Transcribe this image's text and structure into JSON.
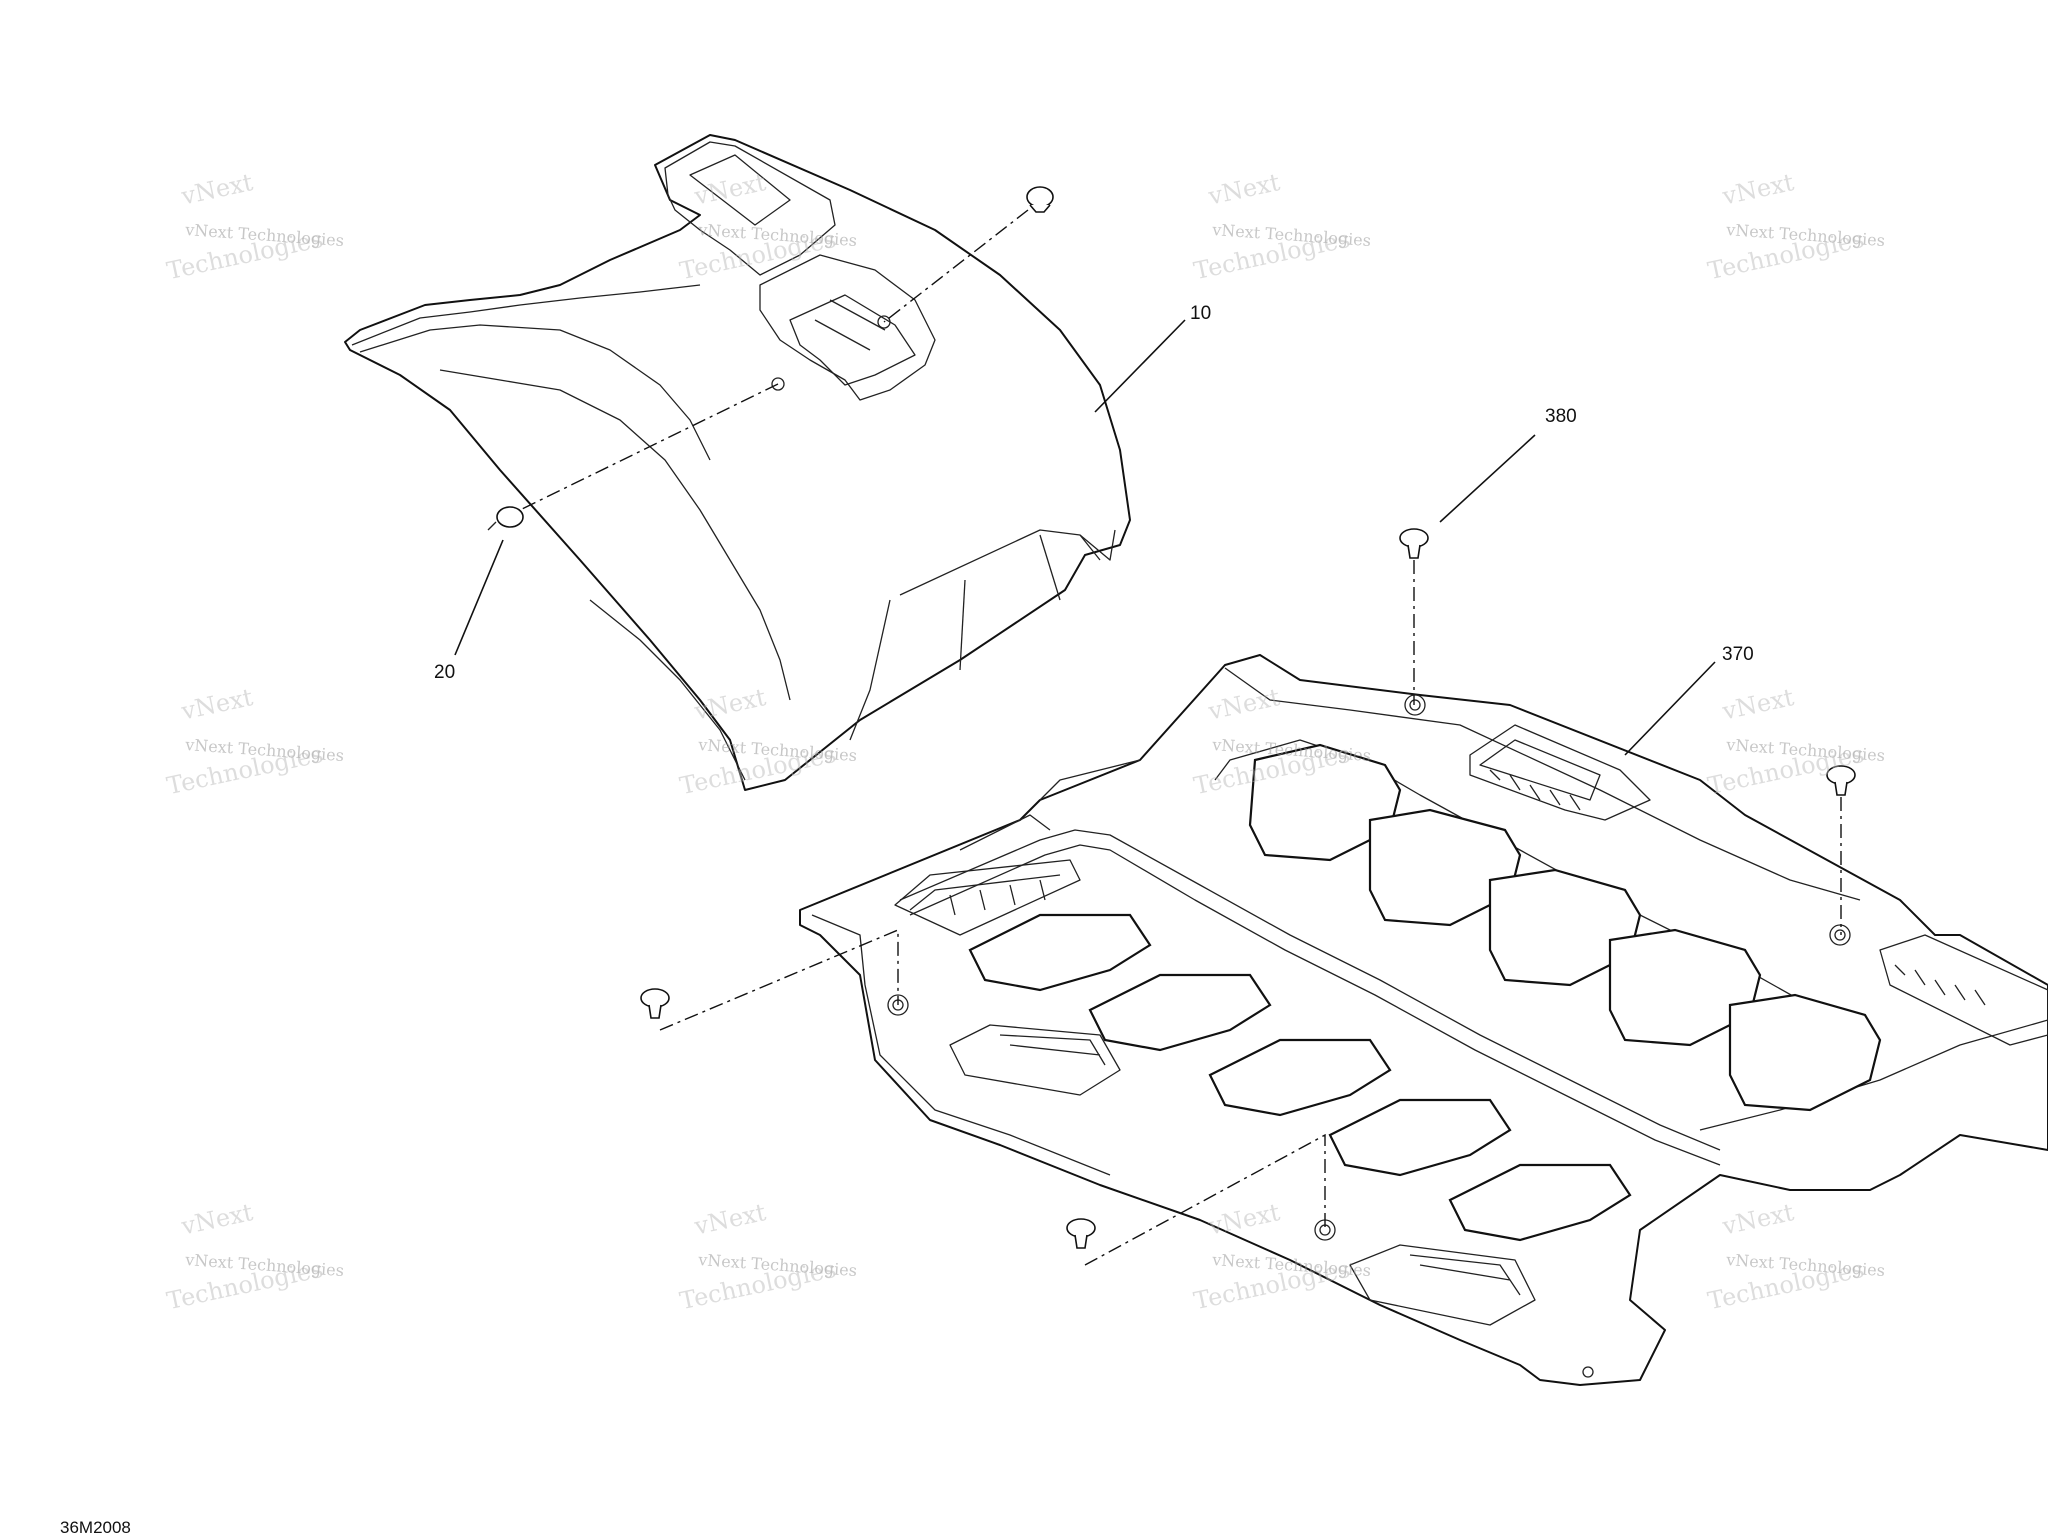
{
  "diagram": {
    "reference_code": "36M2008",
    "callouts": [
      {
        "id": "10",
        "label": "10"
      },
      {
        "id": "20",
        "label": "20"
      },
      {
        "id": "370",
        "label": "370"
      },
      {
        "id": "380",
        "label": "380"
      }
    ],
    "watermark": {
      "line1": "vNext Technologies",
      "line2": "vNext",
      "line3": "Technologies"
    }
  }
}
